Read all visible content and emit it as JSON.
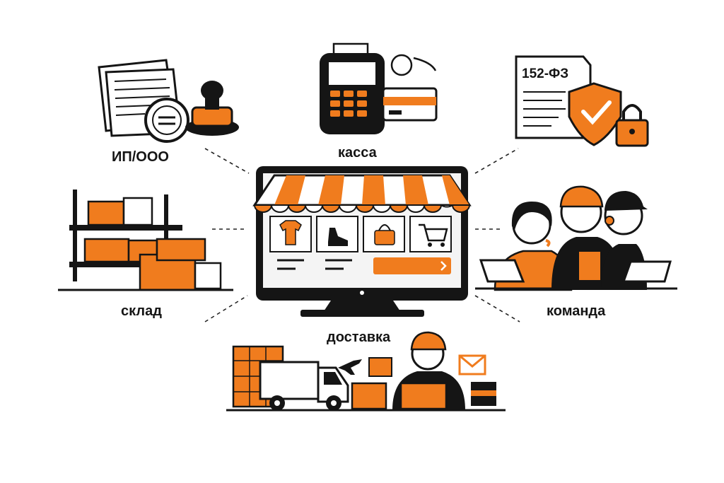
{
  "labels": {
    "legal_entity": "ИП/ООО",
    "cash_register": "касса",
    "warehouse": "склад",
    "team": "команда",
    "delivery": "доставка",
    "data_law": "152-ФЗ"
  },
  "colors": {
    "accent": "#F07C1E",
    "ink": "#151515",
    "light": "#F4F4F4"
  },
  "icons": [
    "documents-stamp-icon",
    "payment-terminal-icon",
    "law-shield-lock-icon",
    "warehouse-boxes-icon",
    "online-store-monitor-icon",
    "support-team-icon",
    "delivery-truck-icon"
  ]
}
